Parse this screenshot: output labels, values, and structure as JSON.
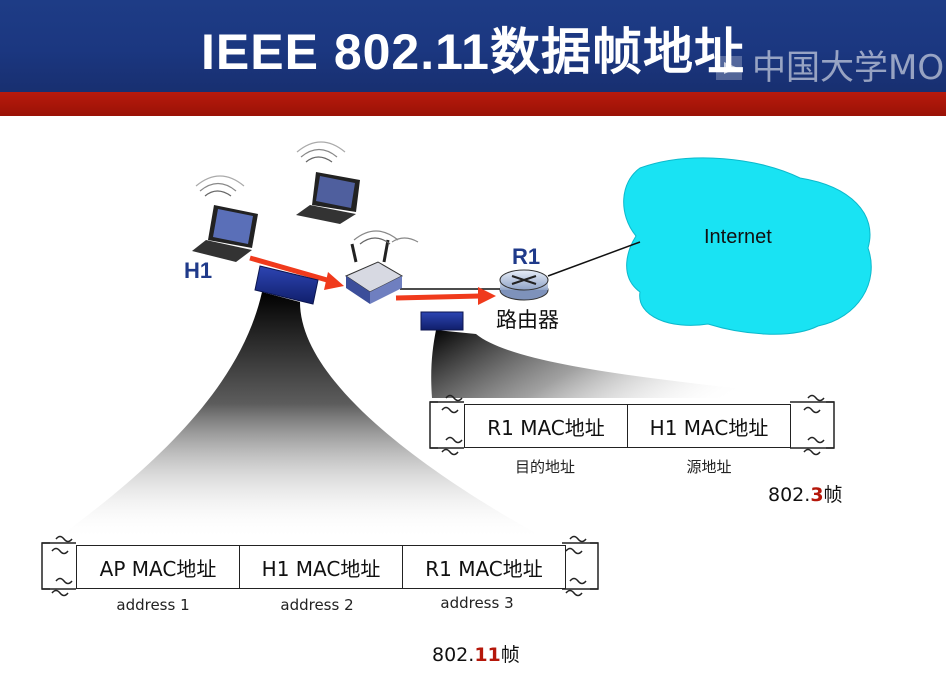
{
  "title": "IEEE 802.11数据帧地址",
  "watermark": "中国大学MOOC",
  "nodes": {
    "h1_label": "H1",
    "r1_label": "R1",
    "router_caption": "路由器",
    "internet_label": "Internet"
  },
  "ethernet_frame": {
    "fields": [
      "R1 MAC地址",
      "H1 MAC地址"
    ],
    "field_captions": [
      "目的地址",
      "源地址"
    ],
    "name_prefix": "802.",
    "name_highlight": "3",
    "name_suffix": "帧"
  },
  "wifi_frame": {
    "fields": [
      "AP MAC地址",
      "H1 MAC地址",
      "R1 MAC地址"
    ],
    "field_captions": [
      "address 1",
      "address 2",
      "address 3"
    ],
    "name_prefix": "802.",
    "name_highlight": "11",
    "name_suffix": "帧"
  },
  "colors": {
    "title_bar": "#1e3c86",
    "red_band": "#a8160a",
    "internet_cloud": "#19e3f3",
    "arrow": "#f03a1c",
    "frame_block": "#1b2f8f",
    "highlight": "#b5170a"
  },
  "icons": [
    "laptop-icon",
    "wireless-ap-icon",
    "router-icon",
    "cloud-icon",
    "wavy-break-icon"
  ]
}
